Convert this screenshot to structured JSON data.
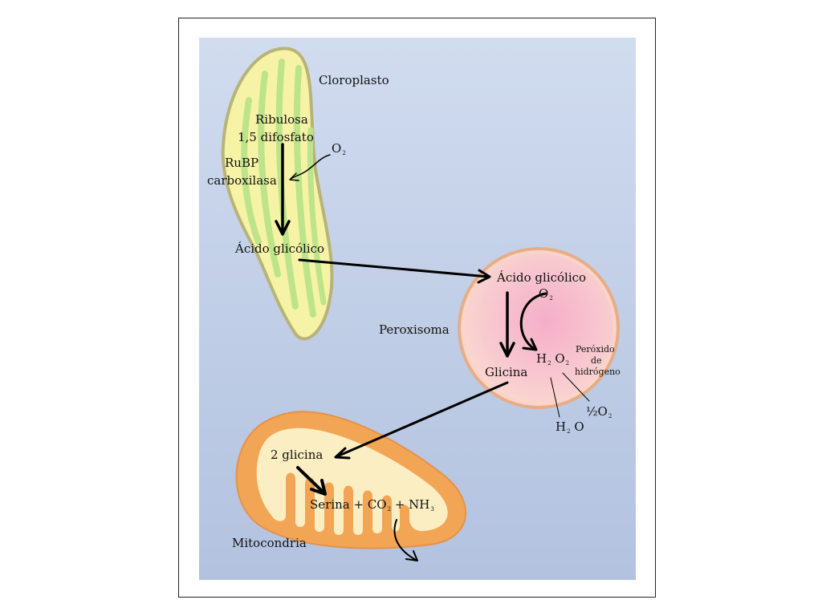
{
  "organelles": {
    "chloroplast": "Cloroplasto",
    "peroxisome": "Peroxisoma",
    "mitochondrion": "Mitocondria"
  },
  "chloroplast": {
    "substrate_line1": "Ribulosa",
    "substrate_line2": "1,5 difosfato",
    "enzyme_line1": "RuBP",
    "enzyme_line2": "carboxilasa",
    "oxygen": "O",
    "oxygen_sub": "2",
    "product": "Ácido glicólico"
  },
  "peroxisome": {
    "substrate": "Ácido glicólico",
    "oxygen": "O",
    "oxygen_sub": "2",
    "h2o2_h": "H",
    "h2o2_sub1": "2",
    "h2o2_o": "O",
    "h2o2_sub2": "2",
    "h2o2_name_line1": "Peróxido",
    "h2o2_name_line2": "de",
    "h2o2_name_line3": "hidrógeno",
    "product": "Glicina",
    "water_h": "H",
    "water_sub": "2",
    "water_o": "O",
    "half_oxygen": "½O",
    "half_oxygen_sub": "2"
  },
  "mitochondrion": {
    "substrate": "2 glicina",
    "product_prefix": "Serina + CO",
    "co2_sub": "2",
    "product_plus": " + NH",
    "nh3_sub": "3"
  },
  "colors": {
    "chloroplast_fill": "#f6f3a6",
    "chloroplast_stripes": "#bde48a",
    "chloroplast_border": "#b8b477",
    "peroxisome_core": "#f5aec8",
    "peroxisome_border": "#e6ad86",
    "mitochondrion_fill": "#f2a555",
    "mitochondrion_inner": "#fbeec2",
    "arrow": "#000000"
  }
}
